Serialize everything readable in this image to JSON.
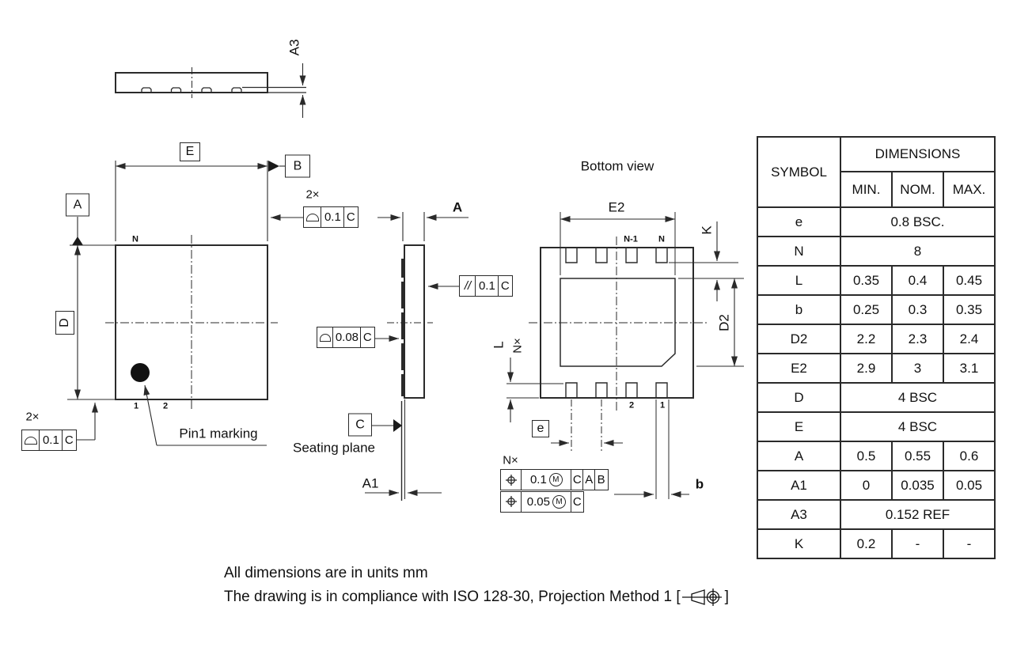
{
  "colors": {
    "ink": "#1a1a1a",
    "background": "#ffffff"
  },
  "labels": {
    "a3": "A3",
    "e": "E",
    "d": "D",
    "a": "A",
    "b": "B",
    "c": "C",
    "n_corner": "N",
    "pin1": "1",
    "pin2": "2",
    "two_x": "2×",
    "pin1_marking": "Pin1 marking",
    "seating_plane": "Seating plane",
    "a_dim": "A",
    "a1": "A1",
    "bottom_view": "Bottom view",
    "e2": "E2",
    "k": "K",
    "d2": "D2",
    "l": "L",
    "n_x": "N×",
    "n_minus1": "N-1",
    "n": "N",
    "e_small": "e",
    "b_dim": "b"
  },
  "fcf": {
    "profile_tol": "0.1",
    "profile_tol_small": "0.08",
    "parallel_symbol": "//",
    "parallel_tol": "0.1",
    "pos_tol1": "0.1",
    "pos_tol2": "0.05",
    "m": "M",
    "datum_c": "C",
    "datum_a": "A",
    "datum_b": "B"
  },
  "table": {
    "symbol_header": "SYMBOL",
    "dimensions_header": "DIMENSIONS",
    "col_headers": [
      "MIN.",
      "NOM.",
      "MAX."
    ],
    "rows": [
      {
        "symbol": "e",
        "span": "0.8 BSC."
      },
      {
        "symbol": "N",
        "span": "8"
      },
      {
        "symbol": "L",
        "min": "0.35",
        "nom": "0.4",
        "max": "0.45"
      },
      {
        "symbol": "b",
        "min": "0.25",
        "nom": "0.3",
        "max": "0.35"
      },
      {
        "symbol": "D2",
        "min": "2.2",
        "nom": "2.3",
        "max": "2.4"
      },
      {
        "symbol": "E2",
        "min": "2.9",
        "nom": "3",
        "max": "3.1"
      },
      {
        "symbol": "D",
        "span": "4 BSC"
      },
      {
        "symbol": "E",
        "span": "4 BSC"
      },
      {
        "symbol": "A",
        "min": "0.5",
        "nom": "0.55",
        "max": "0.6"
      },
      {
        "symbol": "A1",
        "min": "0",
        "nom": "0.035",
        "max": "0.05"
      },
      {
        "symbol": "A3",
        "span": "0.152 REF"
      },
      {
        "symbol": "K",
        "min": "0.2",
        "nom": "-",
        "max": "-"
      }
    ]
  },
  "notes": {
    "line1": "All dimensions are in units mm",
    "line2_prefix": "The drawing is in compliance with ISO 128-30, Projection Method 1 [",
    "line2_suffix": "]"
  }
}
